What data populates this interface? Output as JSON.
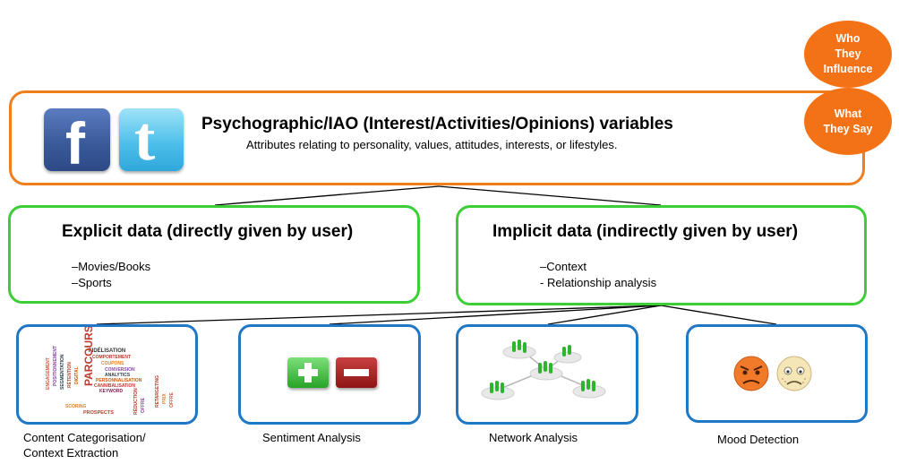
{
  "top": {
    "title": "Psychographic/IAO (Interest/Activities/Opinions) variables",
    "subtitle": "Attributes relating to personality, values, attitudes, interests, or lifestyles.",
    "logos": [
      "facebook-logo",
      "twitter-logo"
    ]
  },
  "bubbles": [
    {
      "text": "Who\nThey\nInfluence"
    },
    {
      "text": "What\nThey Say"
    }
  ],
  "explicit": {
    "title": "Explicit data (directly given by user)",
    "items": [
      "–Movies/Books",
      "–Sports"
    ]
  },
  "implicit": {
    "title": "Implicit data (indirectly given by user)",
    "items": [
      "–Context",
      "- Relationship analysis"
    ]
  },
  "techniques": [
    {
      "caption": "Content Categorisation/\nContext Extraction",
      "icon": "word-cloud-icon"
    },
    {
      "caption": "Sentiment Analysis",
      "icon": "plus-minus-icon"
    },
    {
      "caption": "Network Analysis",
      "icon": "network-graph-icon"
    },
    {
      "caption": "Mood Detection",
      "icon": "emotion-faces-icon"
    }
  ],
  "word_cloud": [
    "FIDÉLISATION",
    "COMPORTEMENT",
    "COUPONS",
    "CONVERSION",
    "ANALYTICS",
    "PERSONNALISATION",
    "CANNIBALISATION",
    "KEYWORD",
    "SCORING",
    "PROSPECTS",
    "PARCOURS",
    "ENGAGEMENT",
    "RÉDUCTION",
    "OFFRE",
    "POSITIONNEMENT",
    "SEGMENTATION",
    "RÉTENTION",
    "PRIX",
    "DIGITAL",
    "RETARGETING"
  ],
  "colors": {
    "orange": "#f07f1b",
    "green": "#3ccf35",
    "blue": "#1f78c6"
  }
}
